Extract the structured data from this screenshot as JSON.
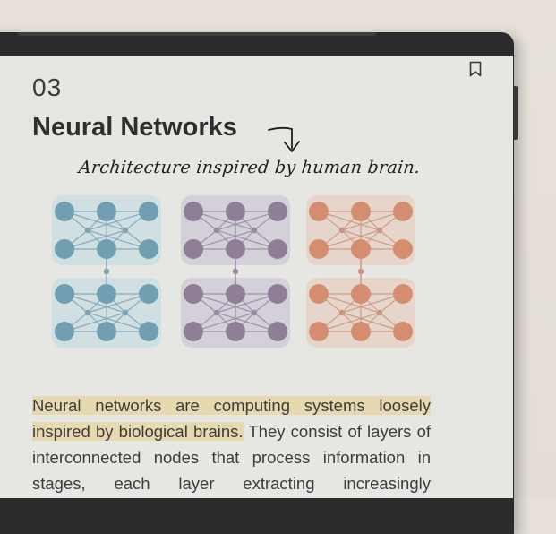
{
  "chapter": {
    "number": "03"
  },
  "section": {
    "title": "Neural Networks"
  },
  "annotation": {
    "handwritten": "Architecture inspired by human brain."
  },
  "diagram": {
    "columns": [
      {
        "panel": "#cfdfe2",
        "node": "#6f9fb0",
        "line": "#7fa3b0"
      },
      {
        "panel": "#d4d0da",
        "node": "#8e7f96",
        "line": "#958aa0"
      },
      {
        "panel": "#e6d5cb",
        "node": "#d48e6f",
        "line": "#c8957e"
      }
    ]
  },
  "body": {
    "highlight_1": "Neural networks are computing systems loosely",
    "highlight_2": "inspired by biological brains.",
    "text_after": " They consist of layers of interconnected nodes that process information in stages, each layer extracting increasingly"
  },
  "colors": {
    "highlight": "#e6d9b0",
    "bezel": "#2b2b2d",
    "screen": "#e6e6e3"
  },
  "icons": {
    "bookmark": "bookmark-icon"
  }
}
